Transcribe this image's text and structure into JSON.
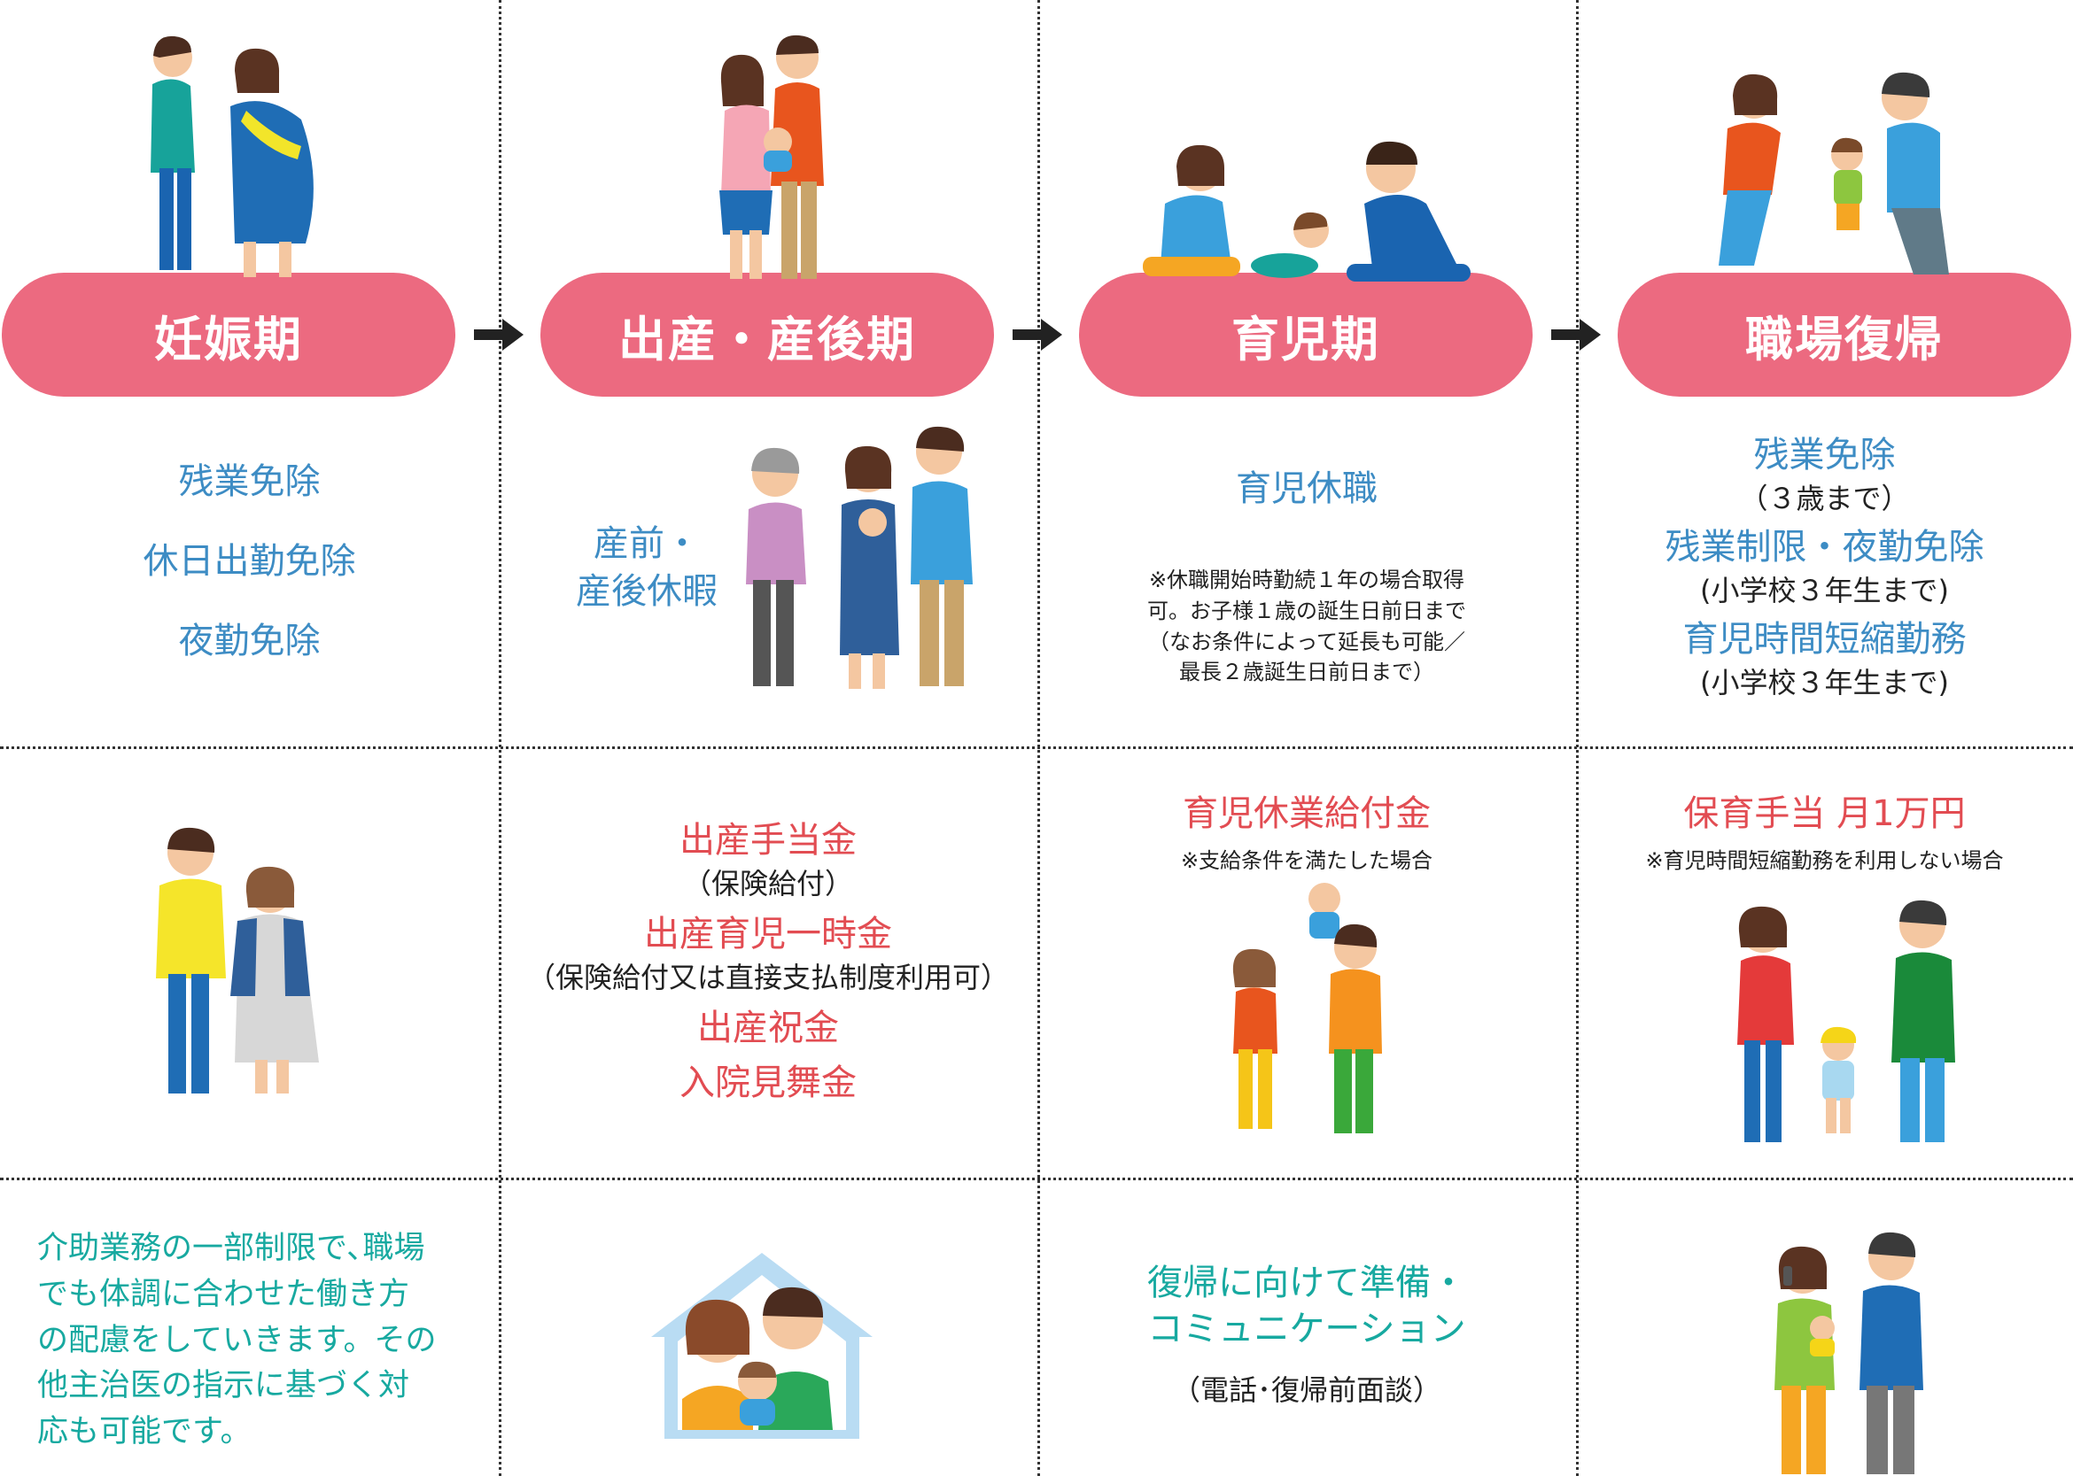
{
  "stages": [
    {
      "label": "妊娠期"
    },
    {
      "label": "出産・産後期"
    },
    {
      "label": "育児期"
    },
    {
      "label": "職場復帰"
    }
  ],
  "row1": {
    "c1": {
      "items": [
        "残業免除",
        "休日出勤免除",
        "夜勤免除"
      ]
    },
    "c2": {
      "line1": "産前・",
      "line2": "産後休暇"
    },
    "c3": {
      "title": "育児休職",
      "note": [
        "※休職開始時勤続１年の場合取得",
        "可。お子様１歳の誕生日前日まで",
        "（なお条件によって延長も可能／",
        "最長２歳誕生日前日まで）"
      ]
    },
    "c4": {
      "item1": "残業免除",
      "sub1": "（３歳まで）",
      "item2": "残業制限・夜勤免除",
      "sub2": "(小学校３年生まで)",
      "item3": "育児時間短縮勤務",
      "sub3": "(小学校３年生まで)"
    }
  },
  "row2": {
    "c2": {
      "item1": "出産手当金",
      "sub1": "（保険給付）",
      "item2": "出産育児一時金",
      "sub2": "（保険給付又は直接支払制度利用可）",
      "item3": "出産祝金",
      "item4": "入院見舞金"
    },
    "c3": {
      "title": "育児休業給付金",
      "note": "※支給条件を満たした場合"
    },
    "c4": {
      "title": "保育手当 月1万円",
      "note": "※育児時間短縮勤務を利用しない場合"
    }
  },
  "row3": {
    "c1": {
      "lines": [
        "介助業務の一部制限で､職場",
        "でも体調に合わせた働き方",
        "の配慮をしていきます。その",
        "他主治医の指示に基づく対",
        "応も可能です。"
      ]
    },
    "c3": {
      "line1": "復帰に向けて準備・",
      "line2": "コミュニケーション",
      "sub": "（電話･復帰前面談）"
    }
  },
  "colors": {
    "pill": "#ec6a80",
    "blue_text": "#3d8cc4",
    "red_text": "#e24c52",
    "teal_text": "#17a9a0"
  }
}
